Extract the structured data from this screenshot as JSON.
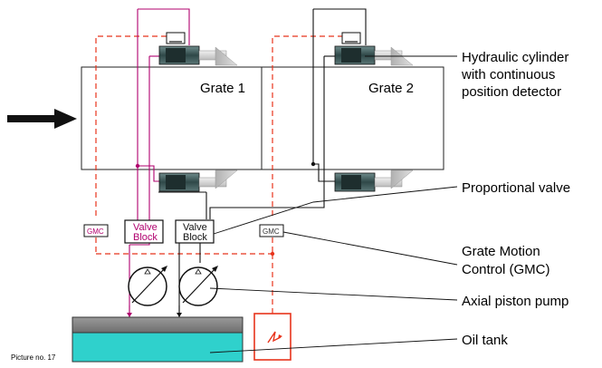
{
  "grates": {
    "grate1": "Grate 1",
    "grate2": "Grate 2"
  },
  "valve_blocks": {
    "left": {
      "line1": "Valve",
      "line2": "Block"
    },
    "right": {
      "line1": "Valve",
      "line2": "Block"
    }
  },
  "gmc_boxes": {
    "left": "GMC",
    "right": "GMC"
  },
  "callouts": {
    "cylinder_line1": "Hydraulic cylinder",
    "cylinder_line2": "with continuous",
    "cylinder_line3": "position detector",
    "proportional_valve": "Proportional valve",
    "gmc_line1": "Grate Motion",
    "gmc_line2": "Control (GMC)",
    "pump": "Axial piston pump",
    "oil_tank": "Oil tank"
  },
  "footer": {
    "picture_no": "Picture no. 17"
  },
  "colors": {
    "magenta_line": "#b0006e",
    "dashed_red": "#e8341c",
    "tank_oil": "#2fd1cc",
    "tank_top": "#8a8a8a",
    "cylinder_body": "#3c5a5a",
    "piston_rod": "#d8d8d8",
    "heater": "#e8341c"
  }
}
